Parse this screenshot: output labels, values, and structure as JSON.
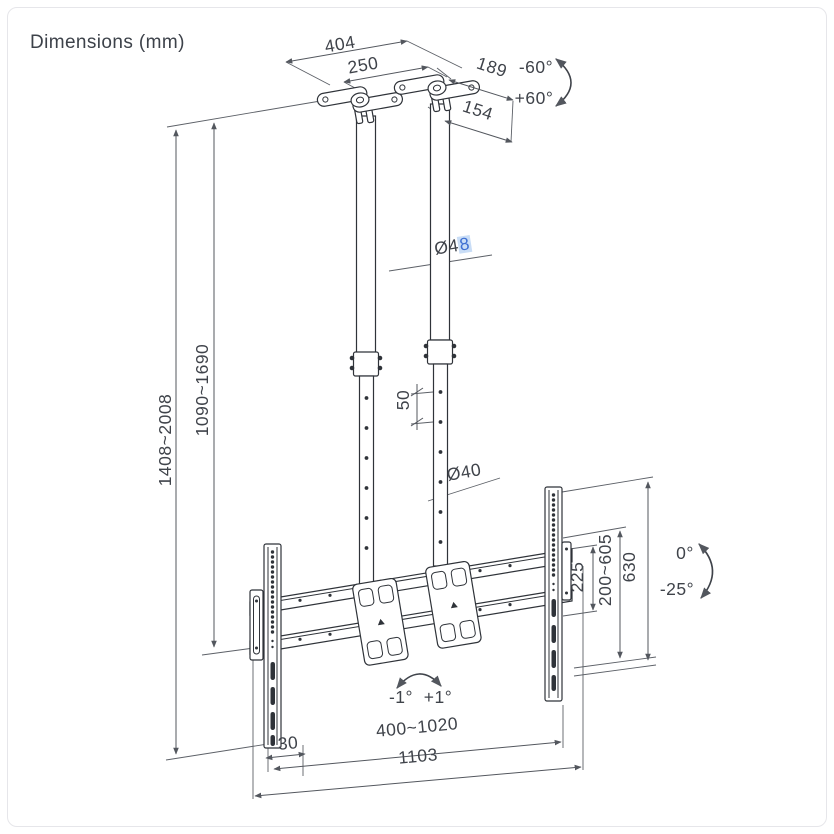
{
  "page": {
    "title": "Dimensions (mm)"
  },
  "diagram": {
    "unit": "mm",
    "labels": {
      "top_width_outer": "404",
      "top_width_inner": "250",
      "ceiling_plate_depth": "189",
      "ceiling_plate_width": "154",
      "swivel_neg": "-60°",
      "swivel_pos": "+60°",
      "pole_upper_dia_prefix": "Ø4",
      "pole_upper_dia_suffix": "8",
      "height_total": "1408~2008",
      "height_pole": "1090~1690",
      "hole_pitch": "50",
      "pole_lower_dia": "Ø40",
      "bracket_plate_height": "225",
      "vesa_height_range": "200~605",
      "bracket_height": "630",
      "tilt_zero": "0°",
      "tilt_neg": "-25°",
      "level_neg": "-1°",
      "level_pos": "+1°",
      "rail_offset": "30",
      "tv_width_range": "400~1020",
      "total_width": "1103"
    },
    "colors": {
      "line": "#2f3339",
      "dimension_line": "#53575e",
      "text": "#3f434a",
      "highlight_text": "#3e6fd2",
      "highlight_bg": "#c9ddf6"
    }
  }
}
